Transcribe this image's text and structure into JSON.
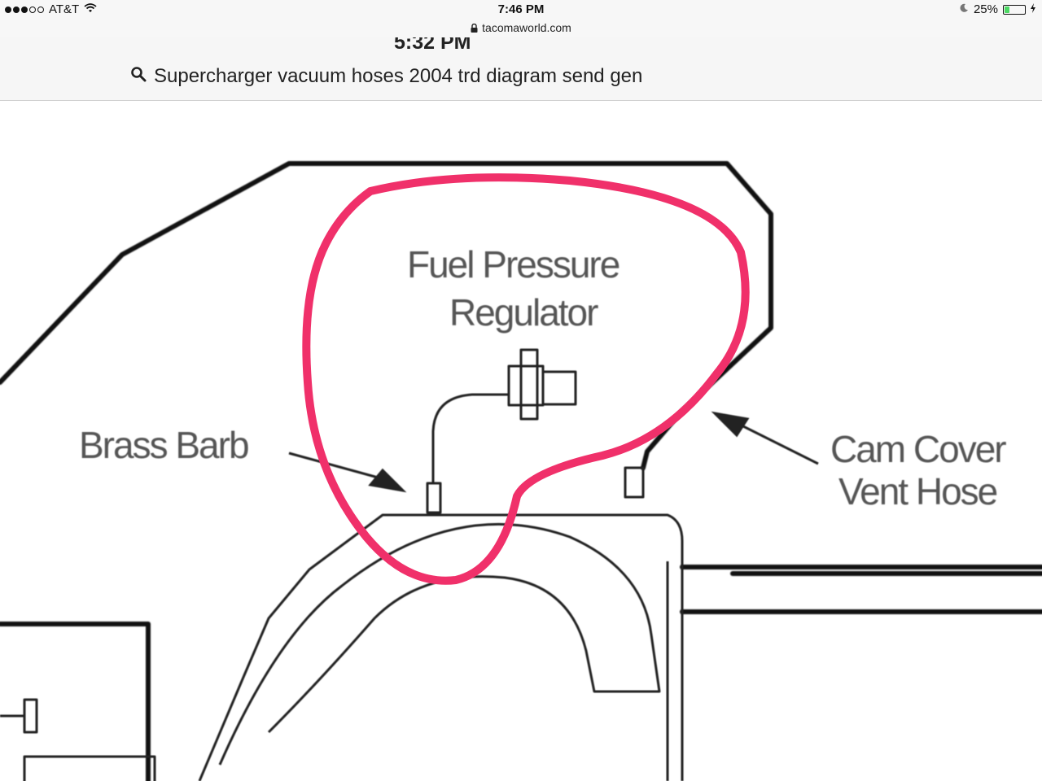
{
  "status_bar": {
    "carrier": "AT&T",
    "time": "7:46 PM",
    "battery": "25%",
    "battery_level": 0.25
  },
  "url_bar": {
    "domain": "tacomaworld.com"
  },
  "page_header": {
    "previous_time": "5:32 PM",
    "search_query": "Supercharger vacuum hoses 2004 trd diagram send gen"
  },
  "diagram": {
    "labels": {
      "fuel_pressure_line1": "Fuel Pressure",
      "fuel_pressure_line2": "Regulator",
      "brass_barb": "Brass Barb",
      "cam_cover_line1": "Cam Cover",
      "cam_cover_line2": "Vent Hose"
    },
    "annotation_color": "#f0306a",
    "line_color": "#111111"
  }
}
